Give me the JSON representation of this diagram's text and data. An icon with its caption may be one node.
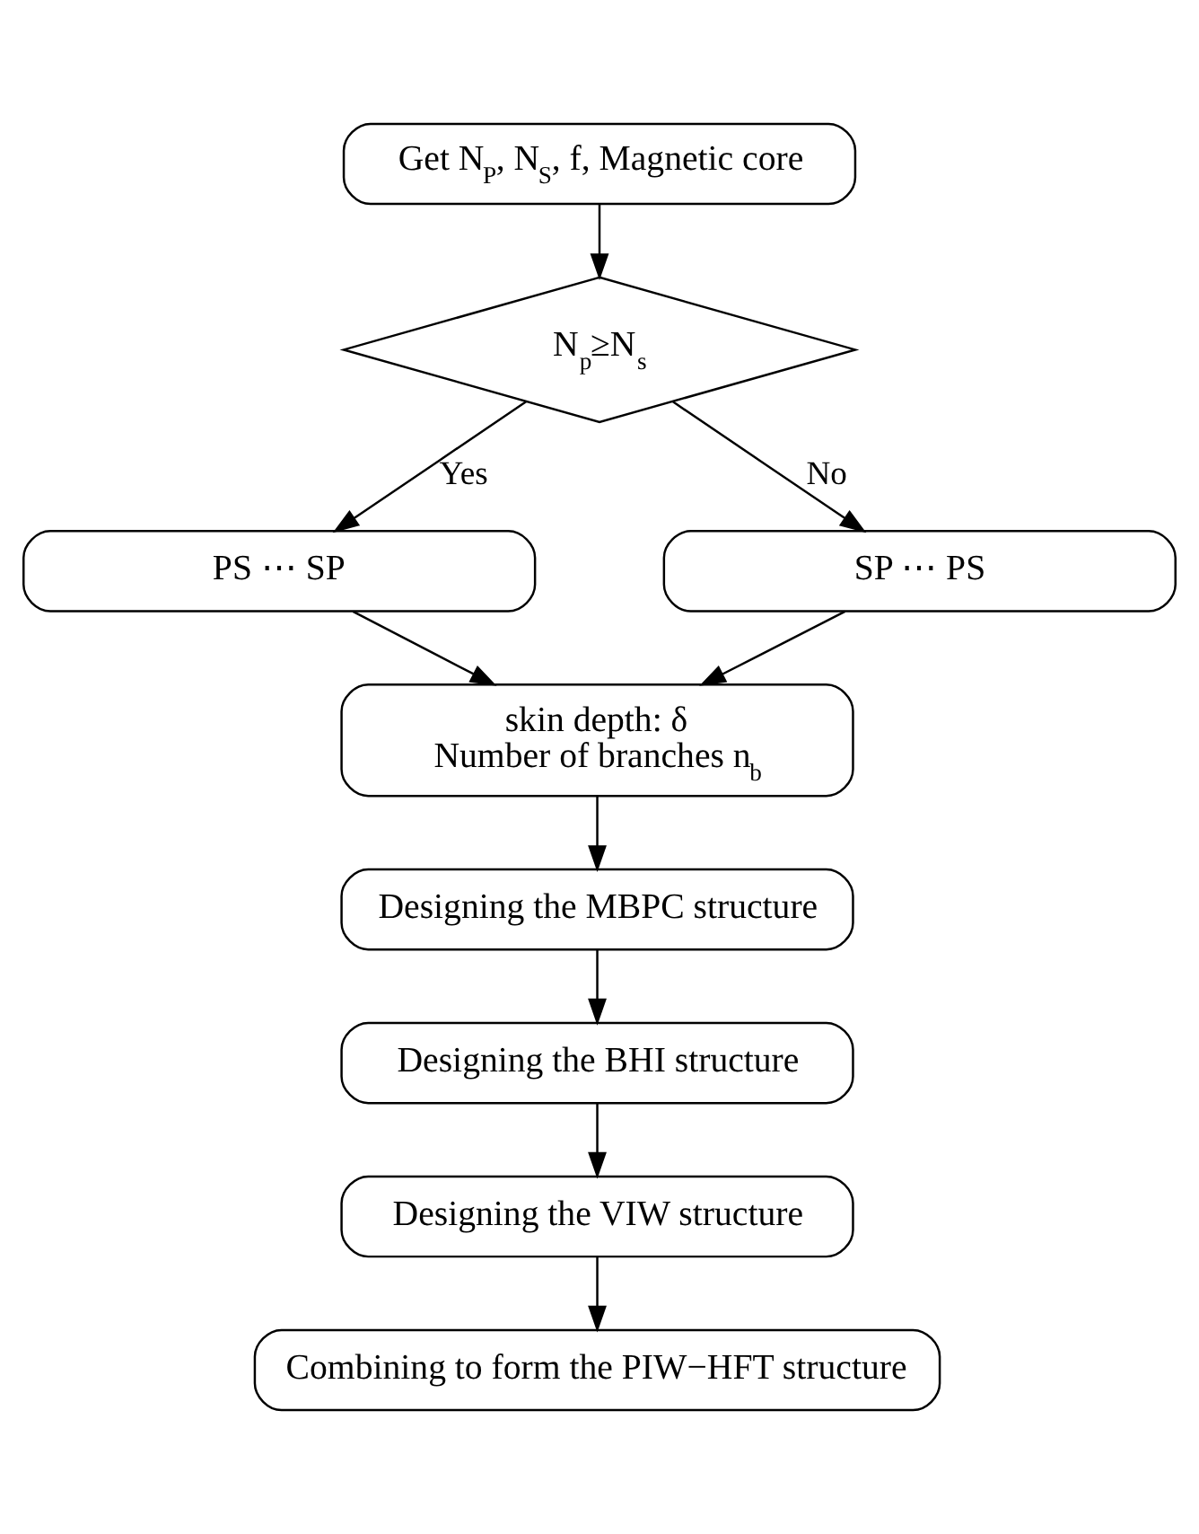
{
  "diagram": {
    "nodes": [
      {
        "text": [
          "Get N$_{P}$, N$_{S}$, f, Magnetic core"
        ]
      },
      {
        "text": [
          "N$_{p}$≥N$_{s}$"
        ]
      },
      {
        "text": [
          "PS ⋯ SP"
        ]
      },
      {
        "text": [
          "SP ⋯ PS"
        ]
      },
      {
        "text": [
          "skin depth: δ",
          "Number of branches n$_{b}$"
        ]
      },
      {
        "text": [
          "Designing the MBPC structure"
        ]
      },
      {
        "text": [
          "Designing the BHI structure"
        ]
      },
      {
        "text": [
          "Designing the VIW structure"
        ]
      },
      {
        "text": [
          "Combining to form the PIW−HFT structure"
        ]
      }
    ],
    "edges": [
      {
        "from": 0,
        "to": 1,
        "arrow": "to"
      },
      {
        "from": 1,
        "to": 2,
        "arrow": "to",
        "label": "Yes"
      },
      {
        "from": 1,
        "to": 3,
        "arrow": "to",
        "label": "No"
      },
      {
        "from": 2,
        "to": 4,
        "arrow": "to"
      },
      {
        "from": 3,
        "to": 4,
        "arrow": "to"
      },
      {
        "from": 4,
        "to": 5,
        "arrow": "to"
      },
      {
        "from": 5,
        "to": 6,
        "arrow": "to"
      },
      {
        "from": 6,
        "to": 7,
        "arrow": "to"
      },
      {
        "from": 7,
        "to": 8,
        "arrow": "to"
      }
    ]
  }
}
